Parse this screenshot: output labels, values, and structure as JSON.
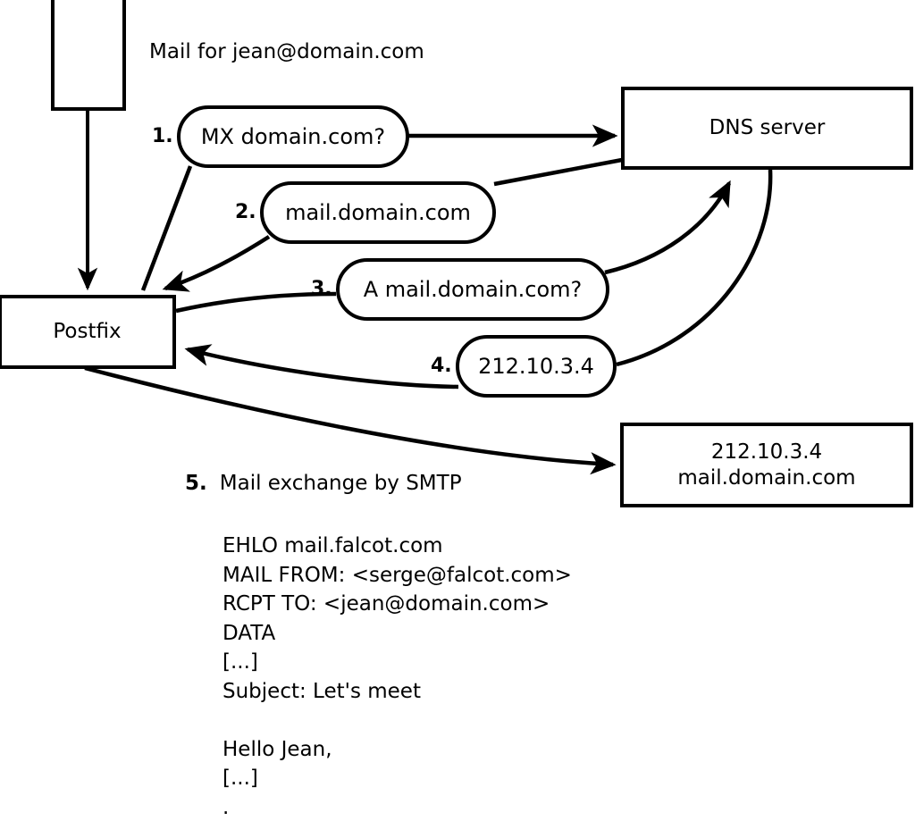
{
  "diagram": {
    "title_text": "Mail for jean@domain.com",
    "nodes": {
      "mua": {
        "label": ""
      },
      "postfix": {
        "label": "Postfix"
      },
      "dns": {
        "label": "DNS server"
      },
      "mailserver": {
        "line1": "212.10.3.4",
        "line2": "mail.domain.com"
      }
    },
    "steps": [
      {
        "num": "1.",
        "bubble": "MX domain.com?"
      },
      {
        "num": "2.",
        "bubble": "mail.domain.com"
      },
      {
        "num": "3.",
        "bubble": "A mail.domain.com?"
      },
      {
        "num": "4.",
        "bubble": "212.10.3.4"
      },
      {
        "num": "5.",
        "label": "Mail exchange by SMTP"
      }
    ],
    "smtp_transcript": "EHLO mail.falcot.com\nMAIL FROM: <serge@falcot.com>\nRCPT TO: <jean@domain.com>\nDATA\n[...]\nSubject: Let's meet\n\nHello Jean,\n[...]\n.",
    "colors": {
      "stroke": "#000000",
      "background": "#ffffff",
      "text": "#000000"
    }
  }
}
